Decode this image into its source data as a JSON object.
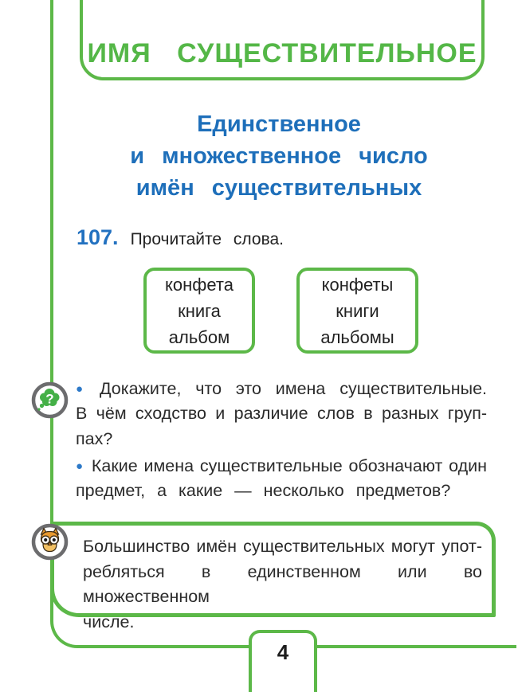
{
  "page": {
    "number": "4",
    "colors": {
      "green": "#5cb848",
      "blue": "#1e6fba",
      "body_text": "#2b2b2b",
      "icon_ring_gray": "#6c6c6e",
      "owl_orange": "#e8992f",
      "cloud_green": "#44b047"
    }
  },
  "chapter_title": "ИМЯ СУЩЕСТВИТЕЛЬНОЕ",
  "lesson_title": {
    "lines": [
      "Единственное",
      "и множественное число",
      "имён существительных"
    ]
  },
  "exercise": {
    "number": "107.",
    "instruction": "Прочитайте слова."
  },
  "word_boxes": [
    {
      "words": [
        "конфета",
        "книга",
        "альбом"
      ]
    },
    {
      "words": [
        "конфеты",
        "книги",
        "альбомы"
      ]
    }
  ],
  "questions": {
    "bullet": "●",
    "items": [
      {
        "lines": [
          "Докажите, что это имена существительные.",
          "В чём сходство и различие слов в разных груп-",
          "пах?"
        ]
      },
      {
        "lines": [
          "Какие имена существительные обозначают один",
          "предмет, а какие — несколько предметов?"
        ]
      }
    ]
  },
  "rule": {
    "lines": [
      "Большинство имён существительных могут упот-",
      "ребляться в единственном или во множественном",
      "числе."
    ]
  }
}
